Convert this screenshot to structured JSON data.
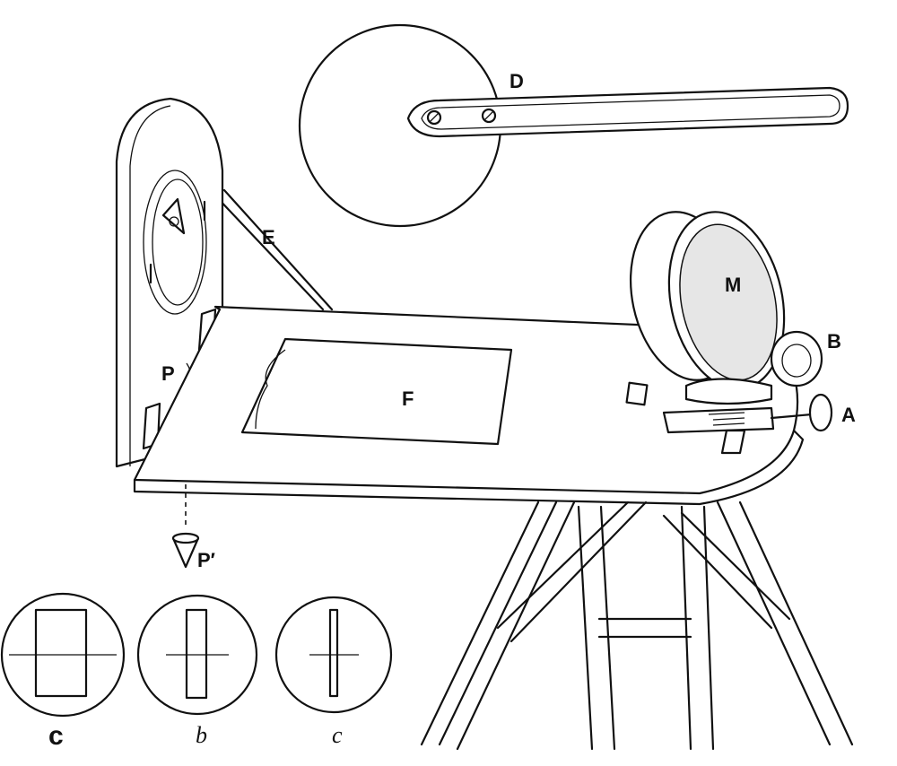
{
  "labels": {
    "disc": "D",
    "strut": "E",
    "mirror": "M",
    "knob_b": "B",
    "knob_a": "A",
    "opening": "F",
    "pivot": "P",
    "plumb_bob": "P′"
  },
  "insets": [
    {
      "label": "c"
    },
    {
      "label": "b"
    },
    {
      "label": "c"
    }
  ]
}
